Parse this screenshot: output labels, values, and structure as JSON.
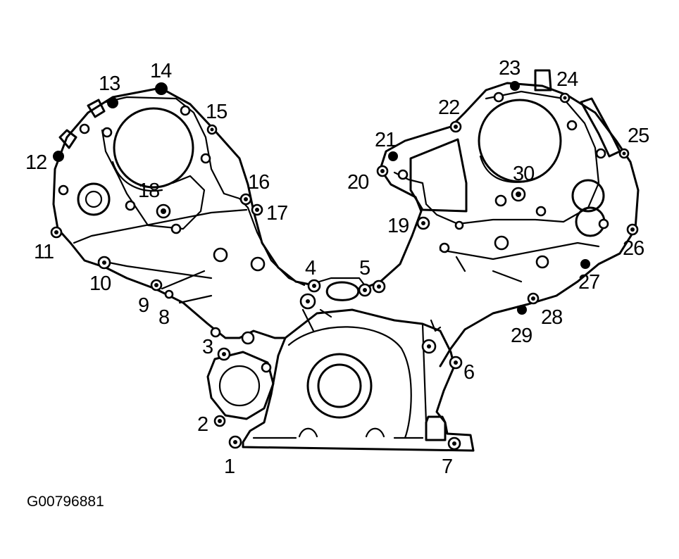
{
  "figure_code": "G00796881",
  "callouts": [
    {
      "id": "1",
      "label": "1"
    },
    {
      "id": "2",
      "label": "2"
    },
    {
      "id": "3",
      "label": "3"
    },
    {
      "id": "4",
      "label": "4"
    },
    {
      "id": "5",
      "label": "5"
    },
    {
      "id": "6",
      "label": "6"
    },
    {
      "id": "7",
      "label": "7"
    },
    {
      "id": "8",
      "label": "8"
    },
    {
      "id": "9",
      "label": "9"
    },
    {
      "id": "10",
      "label": "10"
    },
    {
      "id": "11",
      "label": "11"
    },
    {
      "id": "12",
      "label": "12"
    },
    {
      "id": "13",
      "label": "13"
    },
    {
      "id": "14",
      "label": "14"
    },
    {
      "id": "15",
      "label": "15"
    },
    {
      "id": "16",
      "label": "16"
    },
    {
      "id": "17",
      "label": "17"
    },
    {
      "id": "18",
      "label": "18"
    },
    {
      "id": "19",
      "label": "19"
    },
    {
      "id": "20",
      "label": "20"
    },
    {
      "id": "21",
      "label": "21"
    },
    {
      "id": "22",
      "label": "22"
    },
    {
      "id": "23",
      "label": "23"
    },
    {
      "id": "24",
      "label": "24"
    },
    {
      "id": "25",
      "label": "25"
    },
    {
      "id": "26",
      "label": "26"
    },
    {
      "id": "27",
      "label": "27"
    },
    {
      "id": "28",
      "label": "28"
    },
    {
      "id": "29",
      "label": "29"
    },
    {
      "id": "30",
      "label": "30"
    }
  ]
}
